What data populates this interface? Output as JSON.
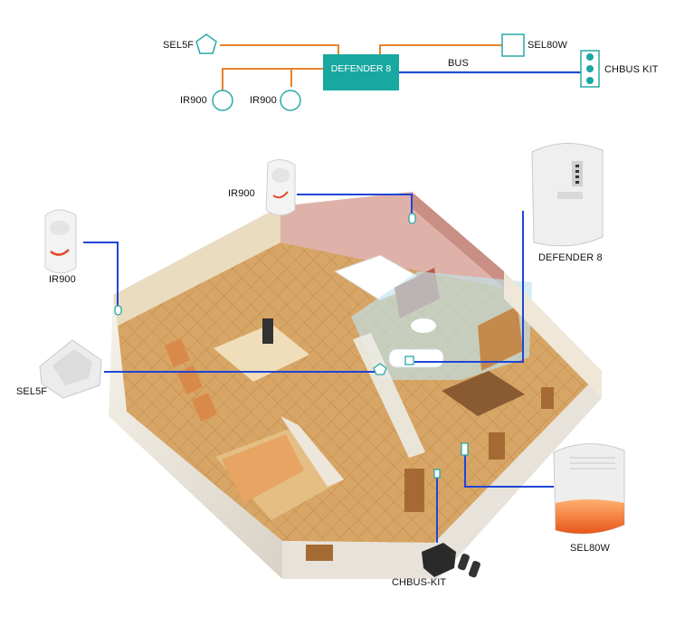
{
  "schematic": {
    "panel": "DEFENDER 8",
    "bus": "BUS",
    "devices": {
      "sel5f": "SEL5F",
      "ir900_a": "IR900",
      "ir900_b": "IR900",
      "sel80w": "SEL80W",
      "chbus_kit": "CHBUS KIT"
    },
    "colors": {
      "line_orange": "#e8822a",
      "bus_blue": "#1f4fcf",
      "panel_teal": "#18a8a0",
      "outline_teal": "#2aa9a6"
    }
  },
  "house": {
    "callouts": {
      "ir900_top": "IR900",
      "ir900_left": "IR900",
      "sel5f": "SEL5F",
      "defender8": "DEFENDER 8",
      "sel80w": "SEL80W",
      "chbus_kit": "CHBUS-KIT"
    },
    "colors": {
      "wire_blue": "#1f46d6",
      "wall": "#f1ece3",
      "floor": "#cf9a5c"
    }
  }
}
